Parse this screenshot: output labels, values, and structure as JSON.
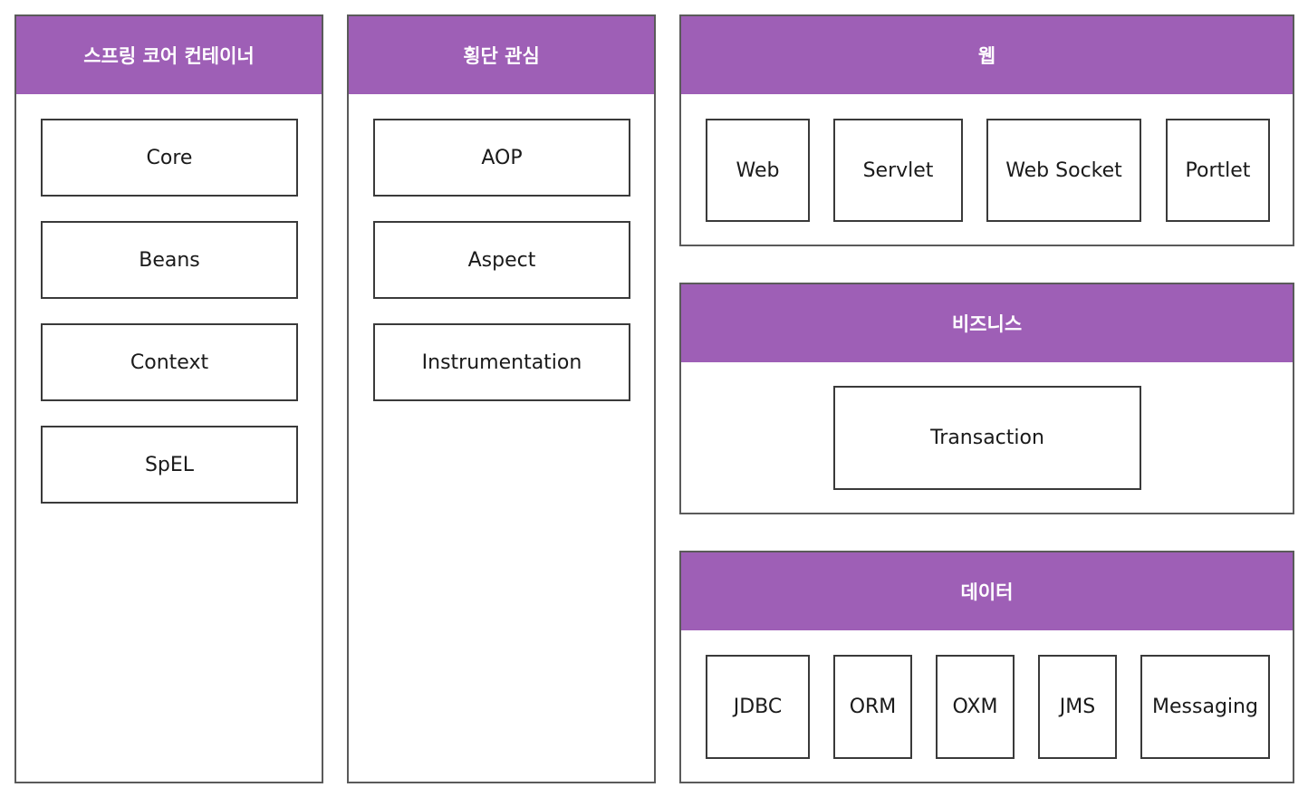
{
  "colors": {
    "header_fill": "#9e5fb6",
    "border": "#5a5a5a",
    "header_text": "#ffffff"
  },
  "panels": {
    "core_container": {
      "title": "스프링 코어 컨테이너",
      "modules": [
        "Core",
        "Beans",
        "Context",
        "SpEL"
      ]
    },
    "cross_cutting": {
      "title": "횡단 관심",
      "modules": [
        "AOP",
        "Aspect",
        "Instrumentation"
      ]
    },
    "web": {
      "title": "웹",
      "modules": [
        "Web",
        "Servlet",
        "Web Socket",
        "Portlet"
      ]
    },
    "business": {
      "title": "비즈니스",
      "modules": [
        "Transaction"
      ]
    },
    "data": {
      "title": "데이터",
      "modules": [
        "JDBC",
        "ORM",
        "OXM",
        "JMS",
        "Messaging"
      ]
    }
  }
}
